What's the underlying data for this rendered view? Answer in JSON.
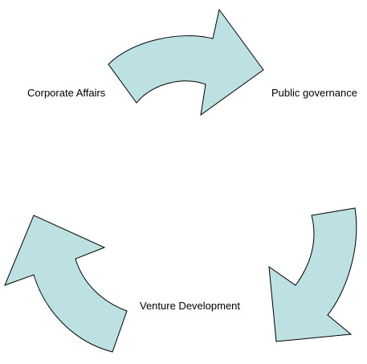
{
  "diagram": {
    "type": "cycle",
    "nodes": [
      {
        "id": "corporate",
        "label": "Corporate Affairs"
      },
      {
        "id": "public",
        "label": "Public governance"
      },
      {
        "id": "venture",
        "label": "Venture Development"
      }
    ],
    "edges": [
      {
        "from": "corporate",
        "to": "public"
      },
      {
        "from": "public",
        "to": "venture"
      },
      {
        "from": "venture",
        "to": "corporate"
      }
    ]
  },
  "colors": {
    "arrow_fill": "#bde0e3",
    "arrow_stroke": "#000000",
    "text": "#000000"
  }
}
